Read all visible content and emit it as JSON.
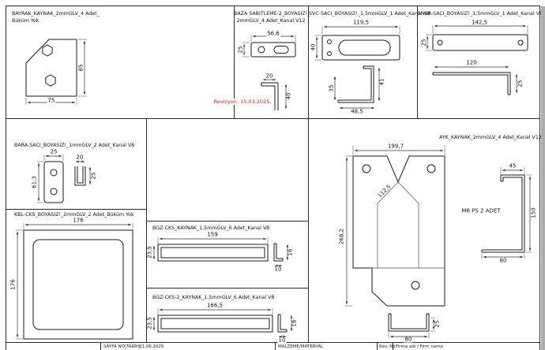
{
  "sheet": {
    "revision_note": "Revizyon: 15.03.2025."
  },
  "panels": {
    "bayrak": {
      "title_line1": "BAYRAK_KAYNAK_2mmGLV_4 Adet_",
      "title_line2": "Büküm Yok",
      "dim_height": "85",
      "dim_width": "75"
    },
    "baza": {
      "title_line1": "BAZA SABITLEME-2_BOYASIZ!_",
      "title_line2": "2mmGLV_4 Adet_Kanal V12",
      "dim_width": "56,6",
      "dim_height": "25",
      "dim_flange": "20",
      "dim_leg": "40"
    },
    "svc": {
      "title": "SVC-SACI_BOYASIZ!_1,5mmGLV_1 Adet_Kanal V8",
      "dim_width": "119,5",
      "dim_height": "40",
      "dim_leg": "41",
      "dim_side": "35",
      "dim_base": "48,5"
    },
    "snsr": {
      "title": "SNSR-SACI_BOYASIZ!_1,5mmGLV_1 Adet_Kanal V8",
      "dim_width": "142,5",
      "dim_height": "25",
      "dim_base": "120",
      "dim_leg": "25"
    },
    "bara": {
      "title": "BARA-SACI_BOYASIZ!_1mmGLV_2 Adet_Kanal V8",
      "dim_width": "25",
      "dim_height": "61,3",
      "dim_flange": "20",
      "dim_leg": "25"
    },
    "kbl": {
      "title": "KBL-CKS_BOYASIZ!_2mmGLV_2 Adet_Büküm Yok",
      "dim_width": "176",
      "dim_height": "176"
    },
    "bgz": {
      "title": "BGZ-CKS_KAYNAK_1,5mmGLV_6 Adet_Kanal V8",
      "dim_width": "159",
      "dim_height": "23,5",
      "dim_leg": "16",
      "dim_foot": "10"
    },
    "bgz2": {
      "title": "BGZ-CKS-2_KAYNAK_1,5mmGLV_6 Adet_Kanal V8",
      "dim_width": "166,5",
      "dim_height": "23,5",
      "dim_leg": "16",
      "dim_foot": "10"
    },
    "ayk": {
      "title": "AYK_KAYNAK_2mmGLV_4 Adet_Kanal V12",
      "dim_width": "199,7",
      "dim_height": "268,2",
      "dim_angle": "112,5",
      "bracket_note": "M6 PS 2 ADET",
      "bracket_top": "45",
      "bracket_height": "150",
      "bracket_base": "80",
      "channel_width": "80",
      "channel_height": "25"
    }
  },
  "titleblock": {
    "left_label": "SAYFA NO|TARİH|",
    "date": "21.06.2025",
    "material_label": "MALZEME/MATERYAL",
    "rev_label": "Rev..No",
    "firm_label": "Firma adı / Firm name"
  },
  "colors": {
    "revision_red": "#cc2222",
    "line_color": "#1a1a1a"
  }
}
